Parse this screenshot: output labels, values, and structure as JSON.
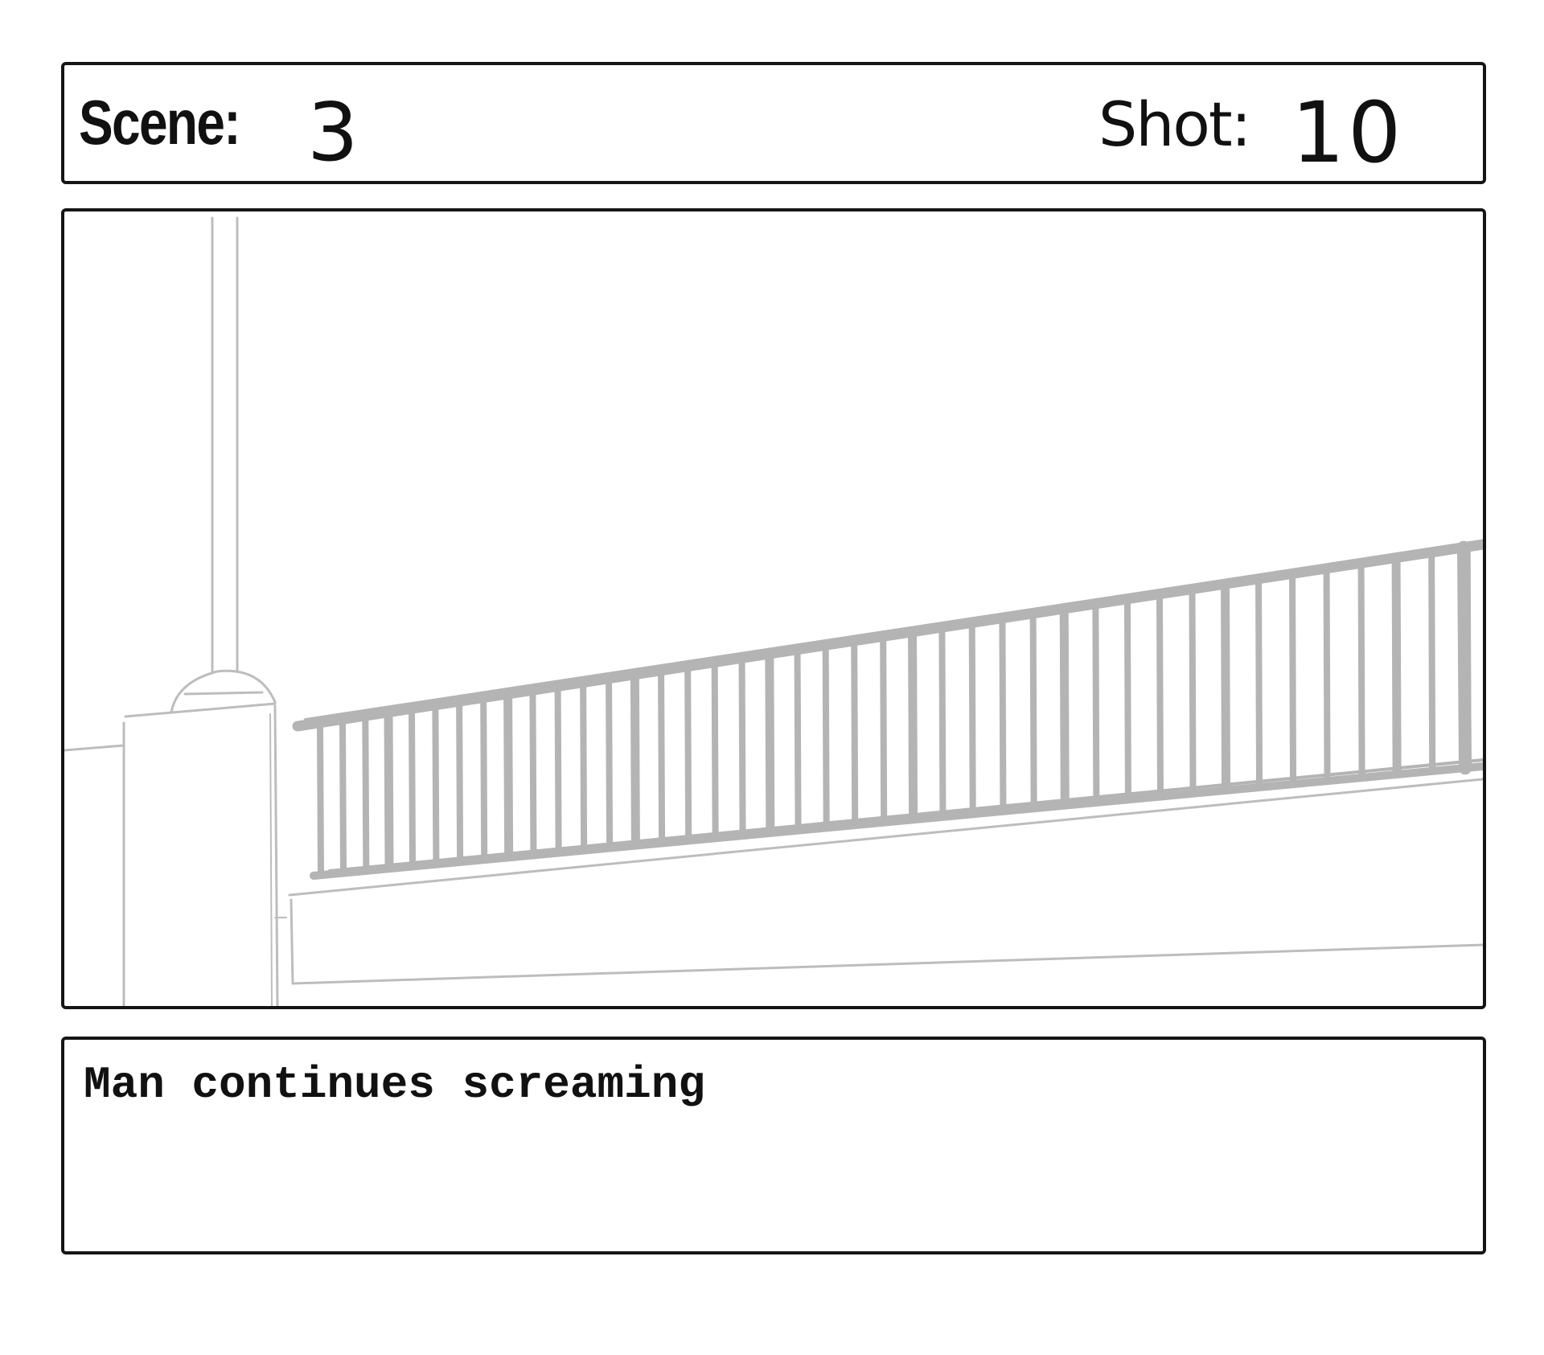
{
  "header": {
    "scene_label": "Scene:",
    "scene_number": "3",
    "shot_label": "Shot:",
    "shot_number": "10"
  },
  "frame": {
    "sketch_color": "#b4b4b4",
    "line_color": "#bdbdbd"
  },
  "caption": {
    "text": "Man continues screaming"
  }
}
